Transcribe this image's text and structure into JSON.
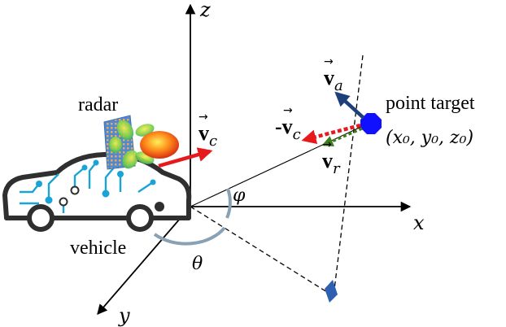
{
  "labels": {
    "radar": "radar",
    "vehicle": "vehicle",
    "point_target": "point target",
    "target_coords": "(x₀, y₀, z₀)",
    "axis_x": "x",
    "axis_y": "y",
    "axis_z": "z",
    "angle_phi": "φ",
    "angle_theta": "θ",
    "velocity_c": "v",
    "velocity_c_sub": "c",
    "velocity_neg_c_prefix": "-",
    "velocity_neg_c": "v",
    "velocity_neg_c_sub": "c",
    "velocity_a": "v",
    "velocity_a_sub": "a",
    "velocity_r": "v",
    "velocity_r_sub": "r",
    "vector_arrow_glyph": "⃗"
  },
  "colors": {
    "axis": "#000000",
    "velocity_c": "#e8191d",
    "velocity_a": "#1f3f7a",
    "velocity_r": "#3d7d1e",
    "target": "#1010ff",
    "angle_arc": "#8aa0b3",
    "right_angle_marker": "#2d5fb3",
    "vehicle_outline": "#2f2f2f",
    "circuit": "#1aa3d6"
  }
}
